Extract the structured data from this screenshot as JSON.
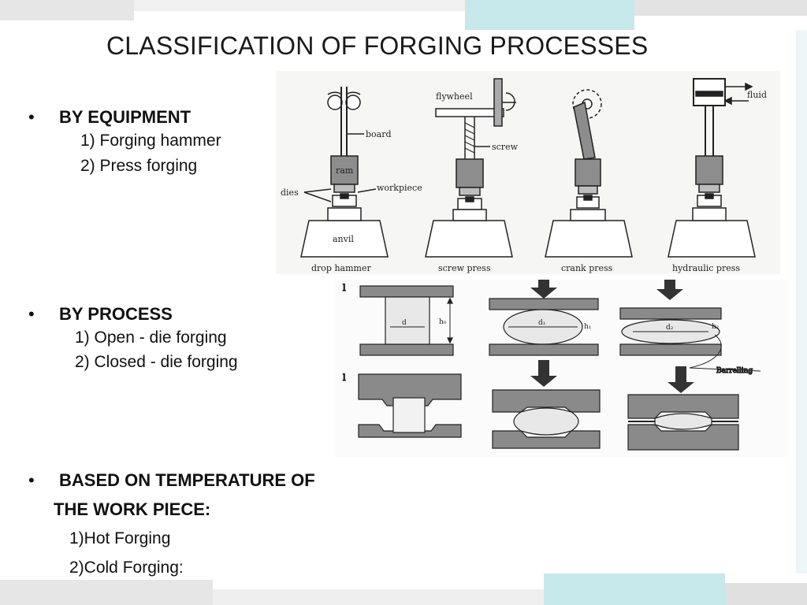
{
  "slide": {
    "title": "CLASSIFICATION OF FORGING PROCESSES",
    "sections": [
      {
        "heading": "BY EQUIPMENT",
        "items": [
          "1) Forging hammer",
          "2) Press forging"
        ]
      },
      {
        "heading": "BY PROCESS",
        "items": [
          "1) Open - die forging",
          "2) Closed - die forging"
        ]
      },
      {
        "heading_line1": "BASED ON TEMPERATURE OF",
        "heading_line2": "THE WORK PIECE:",
        "items": [
          "1)Hot Forging",
          "2)Cold Forging:"
        ]
      }
    ]
  },
  "figure_equipment": {
    "labels": {
      "board": "board",
      "ram": "ram",
      "dies": "dies",
      "workpiece": "workpiece",
      "anvil": "anvil",
      "flywheel": "flywheel",
      "screw": "screw",
      "fluid": "fluid"
    },
    "captions": [
      "drop hammer",
      "screw press",
      "crank press",
      "hydraulic press"
    ]
  },
  "figure_process": {
    "row_markers": [
      "l",
      "l"
    ],
    "dims": [
      "d",
      "h₀",
      "d₁",
      "h₁",
      "d₂",
      "h₂"
    ],
    "barrelling_label": "Barrelling"
  },
  "colors": {
    "accent_teal": "#bfe3e6",
    "accent_grey": "#dedede",
    "die_grey": "#8a8a8a",
    "dark_grey": "#555555"
  }
}
